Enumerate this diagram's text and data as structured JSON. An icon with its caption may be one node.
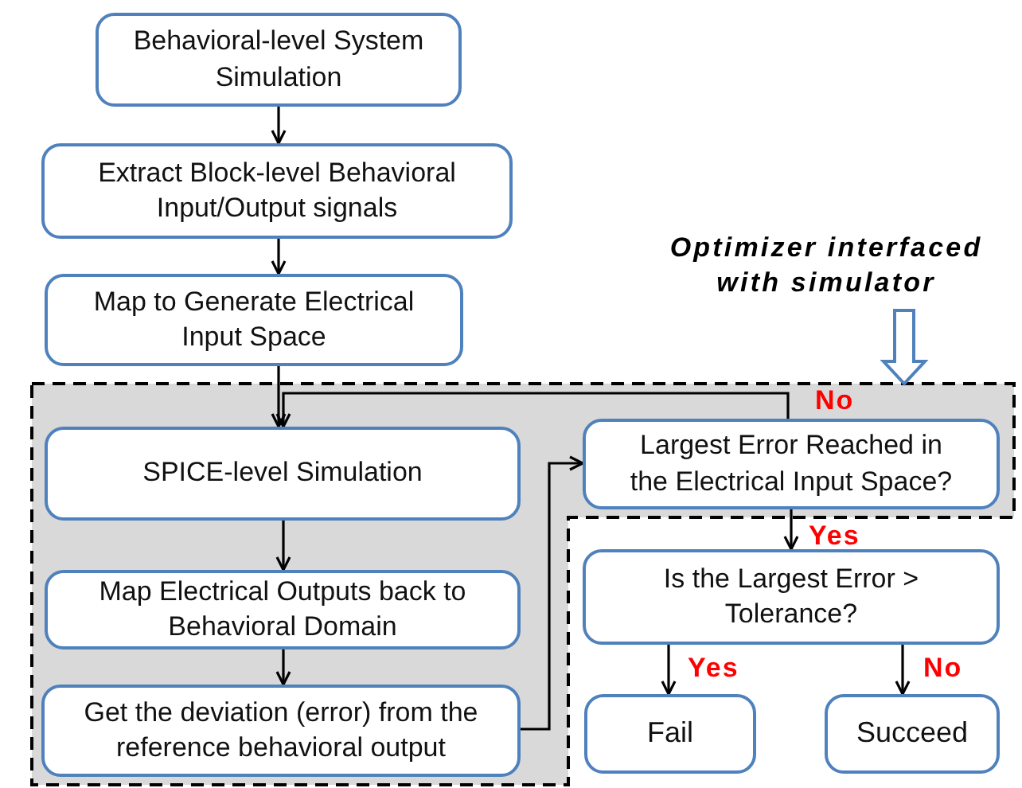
{
  "diagram": {
    "nodes": [
      {
        "text": [
          "Behavioral-level System Simulation"
        ]
      },
      {
        "text": [
          "Extract Block-level Behavioral Input/Output signals"
        ]
      },
      {
        "text": [
          "Map to Generate Electrical Input Space"
        ]
      },
      {
        "text": [
          "Optimizer interfaced with simulator"
        ]
      },
      {
        "text": [],
        "shape": "box"
      },
      {
        "text": [
          "SPICE-level Simulation"
        ],
        "in": 4
      },
      {
        "text": [
          "Map Electrical Outputs back to Behavioral Domain"
        ],
        "in": 4
      },
      {
        "text": [
          "Get the deviation (error) from the reference behavioral output"
        ],
        "in": 4
      },
      {
        "text": [
          "Largest Error Reached in the Electrical Input Space?"
        ],
        "in": 4
      },
      {
        "text": [
          "Is the Largest Error > Tolerance?"
        ]
      },
      {
        "text": [
          "Fail"
        ]
      },
      {
        "text": [
          "Succeed"
        ]
      }
    ],
    "edges": [
      {
        "from": 0,
        "to": 1,
        "arrow": "to"
      },
      {
        "from": 1,
        "to": 2,
        "arrow": "to"
      },
      {
        "from": 2,
        "to": 5,
        "arrow": "to"
      },
      {
        "from": 5,
        "to": 6,
        "arrow": "to"
      },
      {
        "from": 6,
        "to": 7,
        "arrow": "to"
      },
      {
        "from": 7,
        "to": 8,
        "arrow": "to"
      },
      {
        "from": 8,
        "to": 5,
        "arrow": "to",
        "label": "No"
      },
      {
        "from": 8,
        "to": 9,
        "arrow": "to",
        "label": "Yes"
      },
      {
        "from": 9,
        "to": 10,
        "arrow": "to",
        "label": "Yes"
      },
      {
        "from": 9,
        "to": 11,
        "arrow": "to",
        "label": "No"
      },
      {
        "from": 3,
        "to": 4,
        "arrow": "to",
        "style": "thick",
        "color": "#4f81bd"
      }
    ]
  }
}
